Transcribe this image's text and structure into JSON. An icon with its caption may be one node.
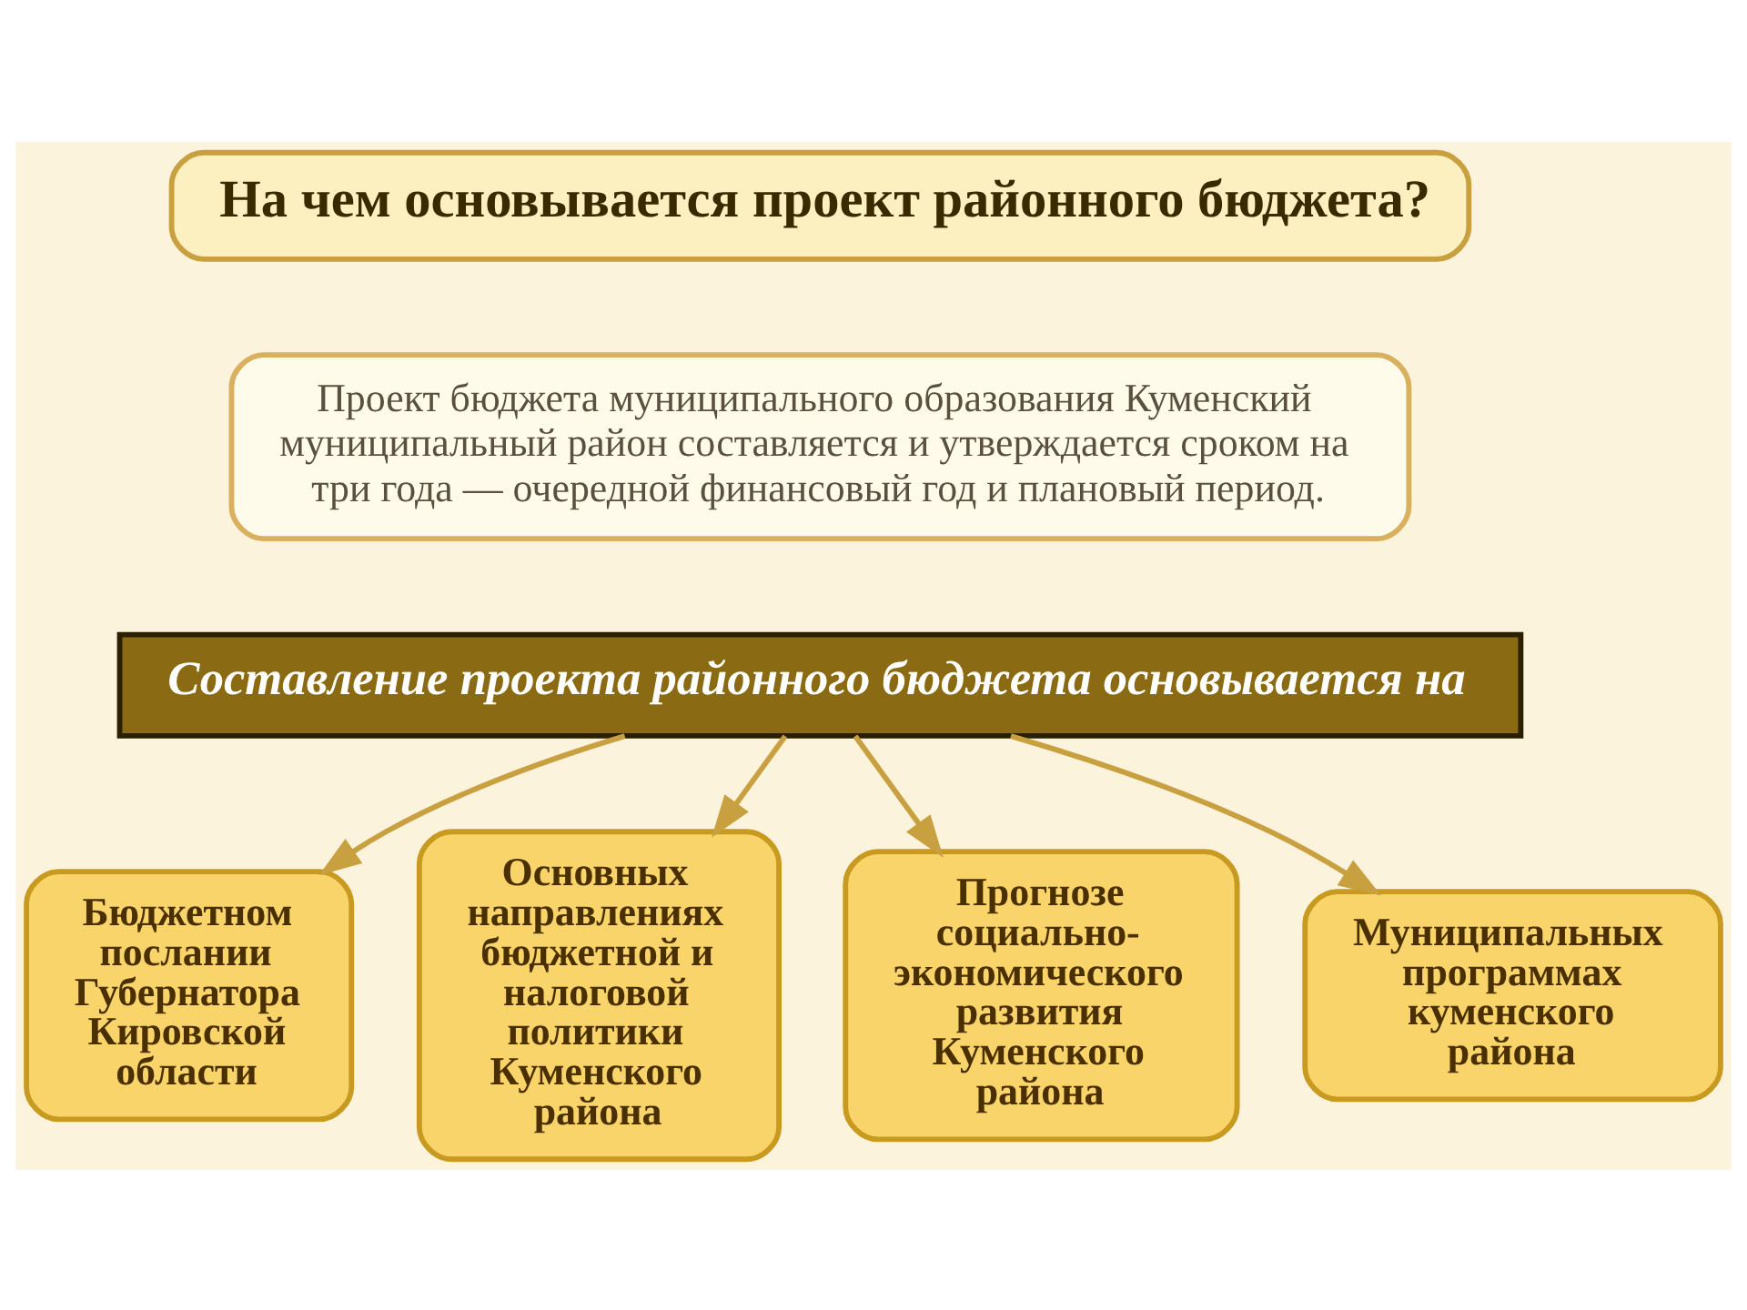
{
  "diagram": {
    "nodes": [
      {
        "text": [
          "На чем основывается проект районного бюджета?"
        ]
      },
      {
        "text": [
          "Проект бюджета муниципального образования Куменский муниципальный район составляется и утверждается сроком на три года — очередной финансовый год и плановый период."
        ]
      },
      {
        "text": [
          "Составление проекта районного бюджета основывается на"
        ]
      },
      {
        "text": [
          "Бюджетном послании Губернатора Кировской области"
        ]
      },
      {
        "text": [
          "Основных направлениях бюджетной и налоговой политики Куменского района"
        ]
      },
      {
        "text": [
          "Прогнозе социально-экономического развития Куменского района"
        ]
      },
      {
        "text": [
          "Муниципальных программах куменского района"
        ]
      }
    ],
    "edges": [
      {
        "from": 2,
        "to": 3,
        "arrow": "to"
      },
      {
        "from": 2,
        "to": 4,
        "arrow": "to"
      },
      {
        "from": 2,
        "to": 5,
        "arrow": "to"
      },
      {
        "from": 2,
        "to": 6,
        "arrow": "to"
      }
    ]
  }
}
